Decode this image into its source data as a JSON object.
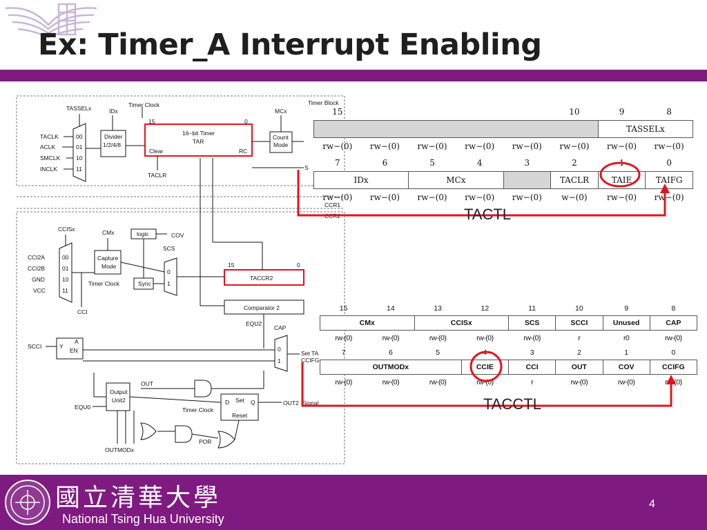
{
  "title": "Ex: Timer_A Interrupt Enabling",
  "footer": {
    "university": "National Tsing Hua University",
    "chinese_name": "國立清華大學",
    "page_number": "4"
  },
  "labels": {
    "tactl": "TACTL",
    "tacctl": "TACCTL"
  },
  "timer_block": {
    "tasselx": "TASSELx",
    "idx": "IDx",
    "timer_clock": "Timer Clock",
    "mcx": "MCx",
    "timer_block_label": "Timer Block",
    "inputs": [
      "TACLK",
      "ACLK",
      "SMCLK",
      "INCLK"
    ],
    "mux_codes": [
      "00",
      "01",
      "10",
      "11"
    ],
    "divider": "Divider",
    "divider_values": "1/2/4/8",
    "timer_title": "16−bit Timer",
    "tar": "TAR",
    "bit15": "15",
    "bit0": "0",
    "clear": "Clear",
    "rc": "RC",
    "count_mode": "Count",
    "count_mode2": "Mode",
    "taclr": "TACLR",
    "set_taifg": "S"
  },
  "ccr_block": {
    "ccr1": "CCR1",
    "ccr2": "CCR2",
    "ccisx": "CCISx",
    "cmx": "CMx",
    "logic": "logic",
    "cov": "COV",
    "scs": "SCS",
    "inputs": [
      "CCI2A",
      "CCI2B",
      "GND",
      "VCC"
    ],
    "mux_codes": [
      "00",
      "01",
      "10",
      "11"
    ],
    "capture": "Capture",
    "mode": "Mode",
    "timer_clock": "Timer Clock",
    "sync": "Sync",
    "cci": "CCI",
    "taccr2": "TACCR2",
    "bit15": "15",
    "bit0": "0",
    "comparator": "Comparator 2",
    "equ2": "EQU2",
    "cap": "CAP",
    "scci": "SCCI",
    "y": "Y",
    "a": "A",
    "en": "EN",
    "set_tacc": "Set TA",
    "ccifg": "CCIFG",
    "out": "OUT",
    "output": "Output",
    "unit2": "Unit2",
    "equ0": "EQU0",
    "d": "D",
    "set": "Set",
    "q": "Q",
    "reset": "Reset",
    "out2": "OUT2",
    "signal": "Signal",
    "por": "POR",
    "outmodx": "OUTMODx",
    "mux0": "0",
    "mux1": "1"
  },
  "tactl": {
    "bits_high": [
      "15",
      "",
      "",
      "",
      "",
      "10",
      "9",
      "8"
    ],
    "fields_high": [
      {
        "name": "",
        "span": 6,
        "gray": true
      },
      {
        "name": "TASSELx",
        "span": 2
      }
    ],
    "access_high": [
      "rw−(0)",
      "rw−(0)",
      "rw−(0)",
      "rw−(0)",
      "rw−(0)",
      "rw−(0)",
      "rw−(0)",
      "rw−(0)"
    ],
    "bits_low": [
      "7",
      "6",
      "5",
      "4",
      "3",
      "2",
      "1",
      "0"
    ],
    "fields_low": [
      {
        "name": "IDx",
        "span": 2
      },
      {
        "name": "MCx",
        "span": 2
      },
      {
        "name": "",
        "span": 1,
        "gray": true
      },
      {
        "name": "TACLR",
        "span": 1
      },
      {
        "name": "TAIE",
        "span": 1
      },
      {
        "name": "TAIFG",
        "span": 1
      }
    ],
    "access_low": [
      "rw−(0)",
      "rw−(0)",
      "rw−(0)",
      "rw−(0)",
      "rw−(0)",
      "w−(0)",
      "rw−(0)",
      "rw−(0)"
    ]
  },
  "tacctl": {
    "bits_high": [
      "15",
      "14",
      "13",
      "12",
      "11",
      "10",
      "9",
      "8"
    ],
    "fields_high": [
      {
        "name": "CMx",
        "span": 2
      },
      {
        "name": "CCISx",
        "span": 2
      },
      {
        "name": "SCS",
        "span": 1
      },
      {
        "name": "SCCI",
        "span": 1
      },
      {
        "name": "Unused",
        "span": 1
      },
      {
        "name": "CAP",
        "span": 1
      }
    ],
    "access_high": [
      "rw-(0)",
      "rw-(0)",
      "rw-(0)",
      "rw-(0)",
      "rw-(0)",
      "r",
      "r0",
      "rw-(0)"
    ],
    "bits_low": [
      "7",
      "6",
      "5",
      "4",
      "3",
      "2",
      "1",
      "0"
    ],
    "fields_low": [
      {
        "name": "OUTMODx",
        "span": 3
      },
      {
        "name": "CCIE",
        "span": 1
      },
      {
        "name": "CCI",
        "span": 1
      },
      {
        "name": "OUT",
        "span": 1
      },
      {
        "name": "COV",
        "span": 1
      },
      {
        "name": "CCIFG",
        "span": 1
      }
    ],
    "access_low": [
      "rw-(0)",
      "rw-(0)",
      "rw-(0)",
      "rw-(0)",
      "r",
      "rw-(0)",
      "rw-(0)",
      "rw-(0)"
    ]
  },
  "colors": {
    "brand_purple": "#7e1a80",
    "highlight_red": "#e0141e"
  }
}
